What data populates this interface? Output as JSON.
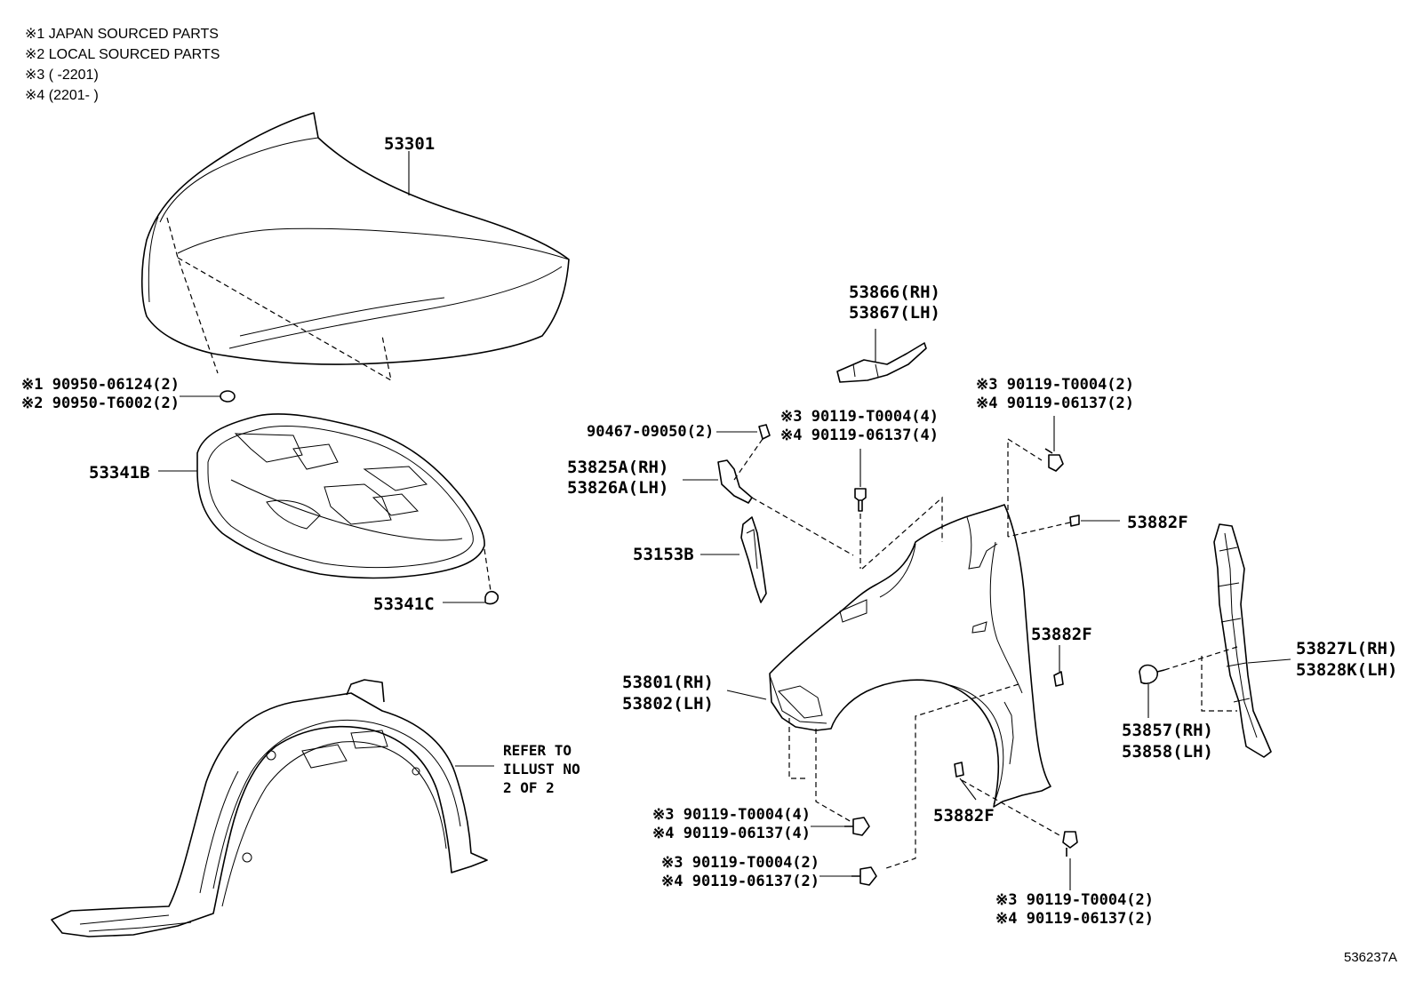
{
  "notes": [
    "※1 JAPAN SOURCED PARTS",
    "※2 LOCAL SOURCED PARTS",
    "※3 (        -2201)",
    "※4 (2201-        )"
  ],
  "labels": {
    "hood": "53301",
    "hood_plug_1": "※1 90950-06124(2)",
    "hood_plug_2": "※2 90950-T6002(2)",
    "insulator": "53341B",
    "insulator_clip": "53341C",
    "seal_rh": "53866(RH)",
    "seal_lh": "53867(LH)",
    "screw_a_3": "※3 90119-T0004(4)",
    "screw_a_4": "※4 90119-06137(4)",
    "clip_90467": "90467-09050(2)",
    "bracket_rh": "53825A(RH)",
    "bracket_lh": "53826A(LH)",
    "pad": "53153B",
    "screw_b_3": "※3 90119-T0004(2)",
    "screw_b_4": "※4 90119-06137(2)",
    "clip_top": "53882F",
    "clip_mid": "53882F",
    "clip_low": "53882F",
    "fender_rh": "53801(RH)",
    "fender_lh": "53802(LH)",
    "screw_c_3": "※3 90119-T0004(4)",
    "screw_c_4": "※4 90119-06137(4)",
    "screw_d_3": "※3 90119-T0004(2)",
    "screw_d_4": "※4 90119-06137(2)",
    "screw_e_3": "※3 90119-T0004(2)",
    "screw_e_4": "※4 90119-06137(2)",
    "seal_side_rh": "53827L(RH)",
    "seal_side_lh": "53828K(LH)",
    "fastener_rh": "53857(RH)",
    "fastener_lh": "53858(LH)",
    "refer_1": "REFER TO",
    "refer_2": "ILLUST NO",
    "refer_3": "2 OF 2",
    "illus_code": "536237A"
  }
}
